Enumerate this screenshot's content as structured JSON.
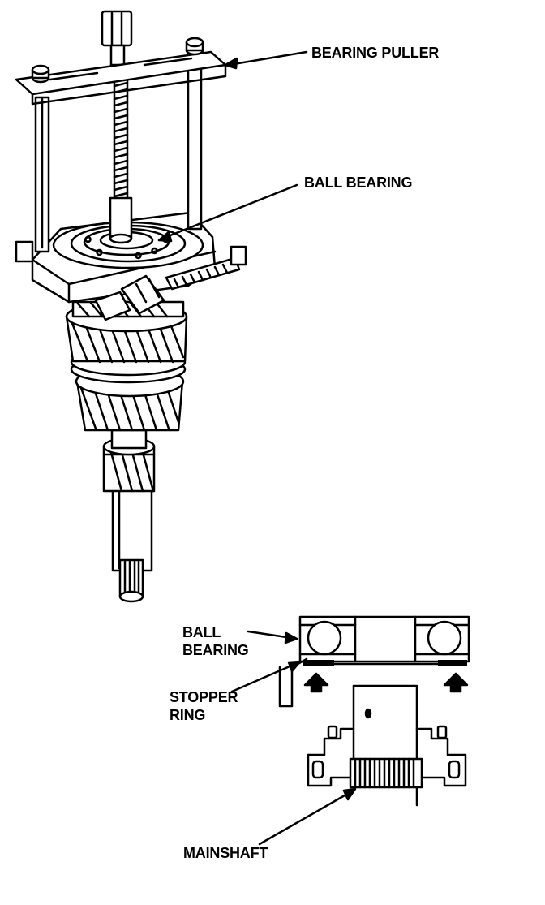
{
  "labels": {
    "bearing_puller": "BEARING PULLER",
    "ball_bearing_top": "BALL BEARING",
    "ball_bearing_detail_1": "BALL",
    "ball_bearing_detail_2": "BEARING",
    "stopper_ring_1": "STOPPER",
    "stopper_ring_2": "RING",
    "mainshaft": "MAINSHAFT"
  },
  "colors": {
    "ink": "#000000",
    "paper": "#ffffff"
  }
}
